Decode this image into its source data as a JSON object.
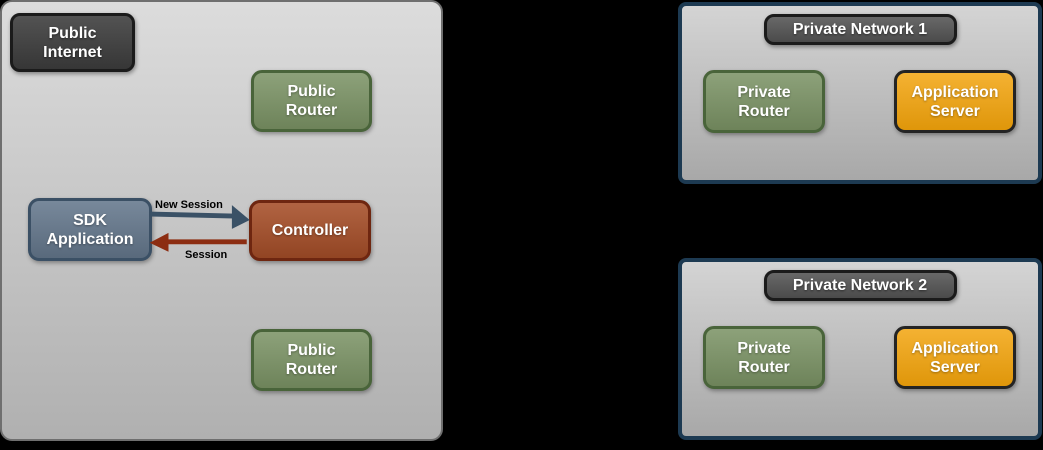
{
  "colors": {
    "background": "#000000",
    "zone_fill_top": "#dcdcdc",
    "zone_fill_bottom": "#b0b0b0",
    "zone_border": "#6f6f6f",
    "panel_fill_top": "#d4d4d4",
    "panel_fill_bottom": "#a8a8a8",
    "panel_border": "#1d3a52",
    "dark_badge": "#3f3f3f",
    "network_badge": "#575757",
    "badge_border": "#1b1b1b",
    "green": "#7a9264",
    "green_border": "#49643a",
    "orange": "#f2a30b",
    "orange_border": "#242424",
    "sdk_blue": "#65788d",
    "sdk_border": "#3b5065",
    "controller_rust": "#a64e28",
    "controller_border": "#6e2610",
    "arrow_blue": "#3a5166",
    "arrow_red": "#8c2d12",
    "label_text": "#ffffff",
    "arrow_label_text": "#000000"
  },
  "public_zone": {
    "badge": "Public\nInternet",
    "top_router": "Public\nRouter",
    "sdk_application": "SDK\nApplication",
    "controller": "Controller",
    "bottom_router": "Public\nRouter",
    "new_session_label": "New Session",
    "session_label": "Session"
  },
  "private_networks": [
    {
      "title": "Private Network 1",
      "router": "Private\nRouter",
      "server": "Application\nServer"
    },
    {
      "title": "Private Network 2",
      "router": "Private\nRouter",
      "server": "Application\nServer"
    }
  ]
}
